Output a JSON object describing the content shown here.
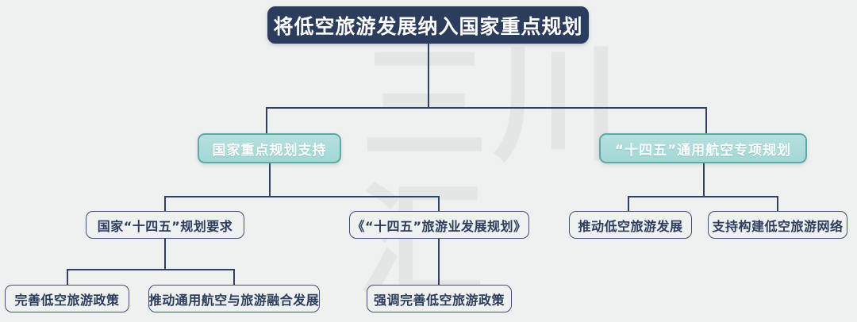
{
  "page": {
    "background_color": "#eff0f0",
    "line_color": "#2f4266",
    "title_bg_color": "#2b3c5c",
    "level2_fill_color": "#aadcd9",
    "level2_border_color": "#5fa9a6",
    "node_border_color": "#3d5277",
    "node_text_color": "#2b3c5c"
  },
  "watermark": {
    "top_text": "三川",
    "bottom_text": "汇"
  },
  "diagram": {
    "type": "org-chart",
    "title": "将低空旅游发展纳入国家重点规划",
    "branches": [
      {
        "label": "国家重点规划支持",
        "children": [
          {
            "label": "国家“十四五”规划要求",
            "children": [
              {
                "label": "完善低空旅游政策"
              },
              {
                "label": "推动通用航空与旅游融合发展"
              }
            ]
          },
          {
            "label": "《“十四五”旅游业发展规划》",
            "children": [
              {
                "label": "强调完善低空旅游政策"
              }
            ]
          }
        ]
      },
      {
        "label": "“十四五”通用航空专项规划",
        "children": [
          {
            "label": "推动低空旅游发展"
          },
          {
            "label": "支持构建低空旅游网络"
          }
        ]
      }
    ]
  }
}
